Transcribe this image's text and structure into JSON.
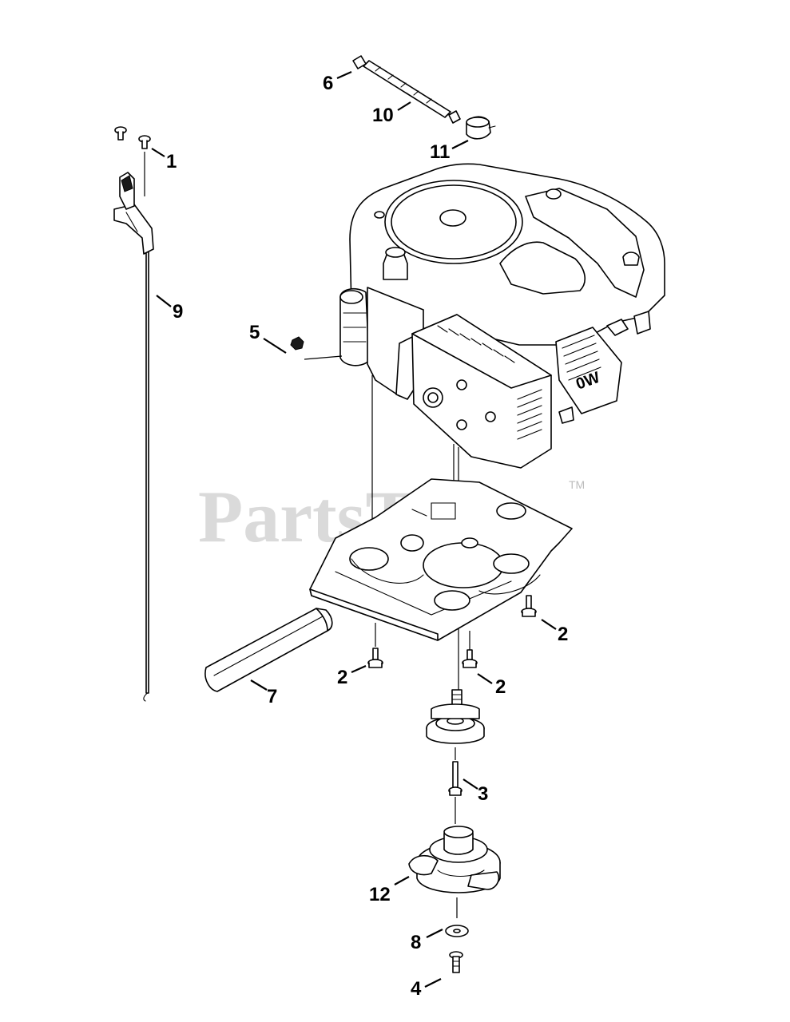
{
  "watermark": {
    "text": "PartsTree",
    "tm": "TM"
  },
  "callouts": {
    "c1": "1",
    "c2a": "2",
    "c2b": "2",
    "c2c": "2",
    "c3": "3",
    "c4": "4",
    "c5": "5",
    "c6": "6",
    "c7": "7",
    "c8": "8",
    "c9": "9",
    "c10": "10",
    "c11": "11",
    "c12": "12"
  },
  "engine_label": "0W"
}
